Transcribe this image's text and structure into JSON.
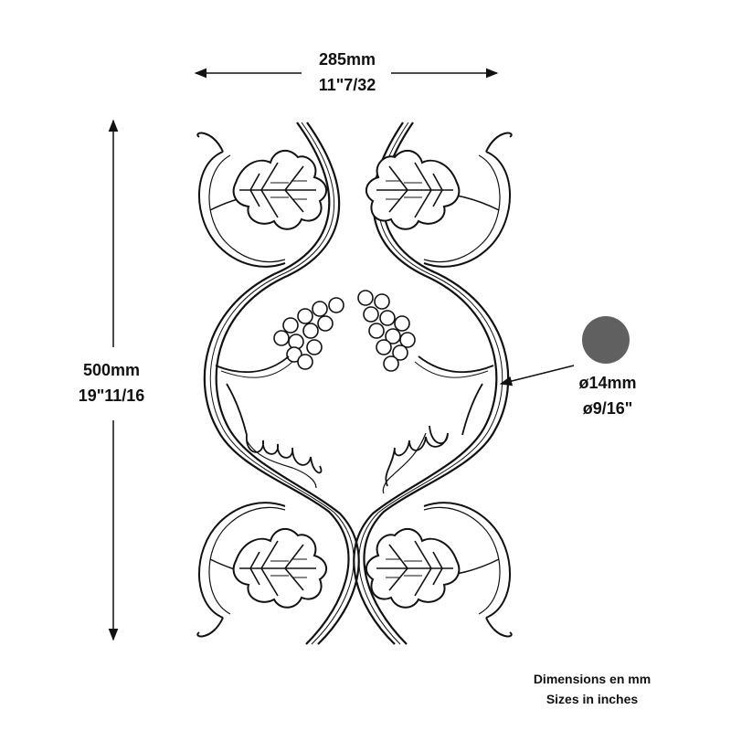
{
  "dimensions": {
    "width_mm": "285mm",
    "width_in": "11\"7/32",
    "height_mm": "500mm",
    "height_in": "19\"11/16",
    "bar_diameter_mm": "ø14mm",
    "bar_diameter_in": "ø9/16\""
  },
  "notes": {
    "line1": "Dimensions en mm",
    "line2": "Sizes in inches"
  },
  "colors": {
    "line": "#111111",
    "section": "#606060"
  }
}
